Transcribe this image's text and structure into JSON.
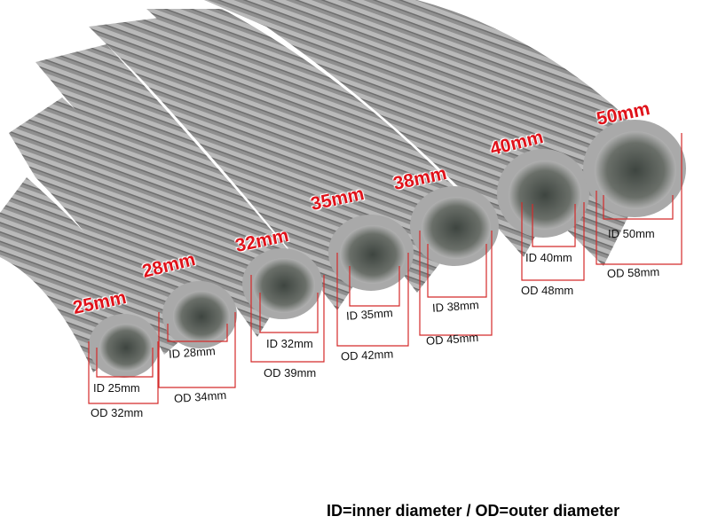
{
  "hoses": [
    {
      "size": "25mm",
      "id": "ID 25mm",
      "od": "OD 32mm"
    },
    {
      "size": "28mm",
      "id": "ID 28mm",
      "od": "OD 34mm"
    },
    {
      "size": "32mm",
      "id": "ID 32mm",
      "od": "OD 39mm"
    },
    {
      "size": "35mm",
      "id": "ID 35mm",
      "od": "OD 42mm"
    },
    {
      "size": "38mm",
      "id": "ID 38mm",
      "od": "OD 45mm"
    },
    {
      "size": "40mm",
      "id": "ID 40mm",
      "od": "OD 48mm"
    },
    {
      "size": "50mm",
      "id": "ID 50mm",
      "od": "OD 58mm"
    }
  ],
  "legend": "ID=inner diameter  / OD=outer diameter",
  "colors": {
    "label_red": "#e0121a",
    "hose_gray": "#9a9a9a",
    "line_red": "#d42a2a"
  }
}
